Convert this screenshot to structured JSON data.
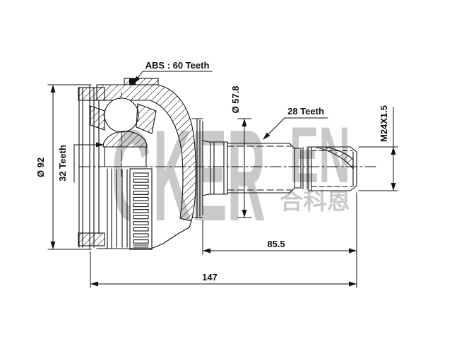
{
  "drawing": {
    "type": "cv-joint outer technical drawing",
    "labels": {
      "abs": "ABS : 60 Teeth",
      "outer_dia": "Ø 92",
      "inner_spline": "32 Teeth",
      "nose_dia": "Ø 57.8",
      "shaft_spline": "28 Teeth",
      "thread": "M24X1.5",
      "spline_len": "85.5",
      "total_len": "147"
    }
  },
  "watermark": {
    "latin_main": "GKER",
    "latin_tail": "EN",
    "cjk": "合科恩"
  },
  "colors": {
    "line": "#111111",
    "watermark": "#c9c9c9",
    "background": "#ffffff"
  }
}
